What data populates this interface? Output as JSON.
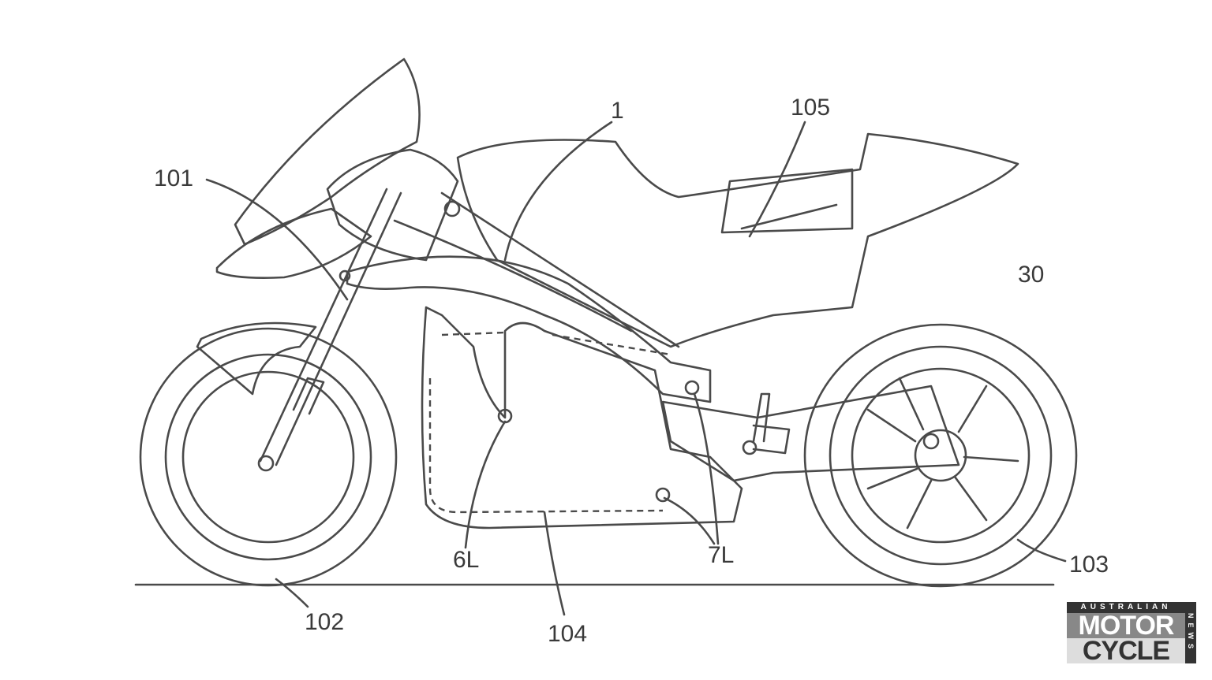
{
  "labels": {
    "frame": "1",
    "seat": "105",
    "front_fork": "101",
    "vehicle": "30",
    "front_mount": "6L",
    "rear_mounts": "7L",
    "front_wheel": "102",
    "battery_case": "104",
    "rear_wheel": "103"
  },
  "logo": {
    "top": "AUSTRALIAN",
    "line1": "MOTOR",
    "line2": "CYCLE",
    "side": "NEWS"
  }
}
